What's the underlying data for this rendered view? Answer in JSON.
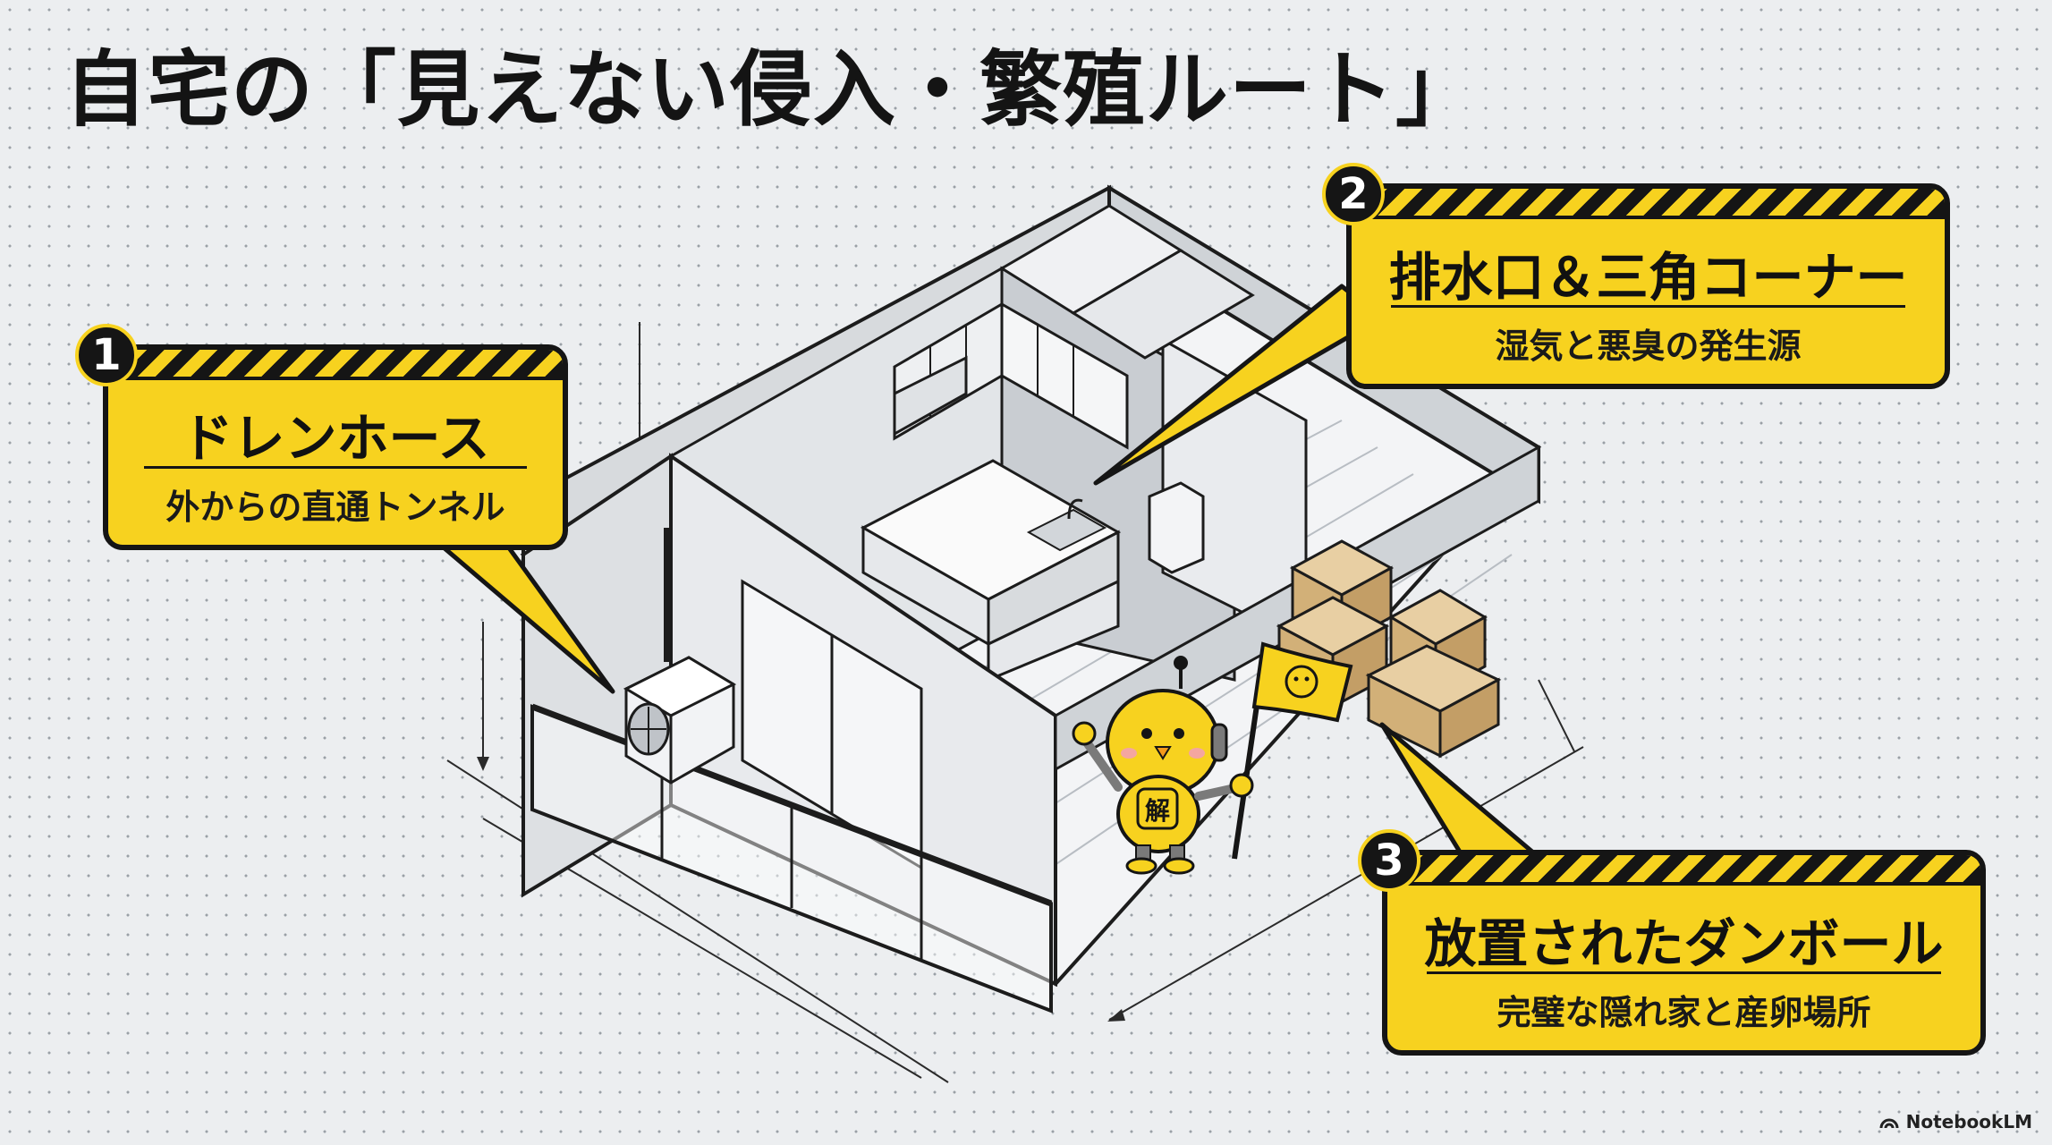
{
  "title": "自宅の「見えない侵入・繁殖ルート」",
  "callouts": [
    {
      "number": "1",
      "title": "ドレンホース",
      "subtitle": "外からの直通トンネル"
    },
    {
      "number": "2",
      "title": "排水口＆三角コーナー",
      "subtitle": "湿気と悪臭の発生源"
    },
    {
      "number": "3",
      "title": "放置されたダンボール",
      "subtitle": "完璧な隠れ家と産卵場所"
    }
  ],
  "mascot_badge": "解",
  "brand": "NotebookLM",
  "colors": {
    "accent": "#f7d21f",
    "ink": "#151515",
    "cardboard": "#d9b98a"
  },
  "icons": [
    "notebooklm-logo-icon",
    "mascot-chick-icon",
    "flag-icon",
    "air-conditioner-icon"
  ]
}
